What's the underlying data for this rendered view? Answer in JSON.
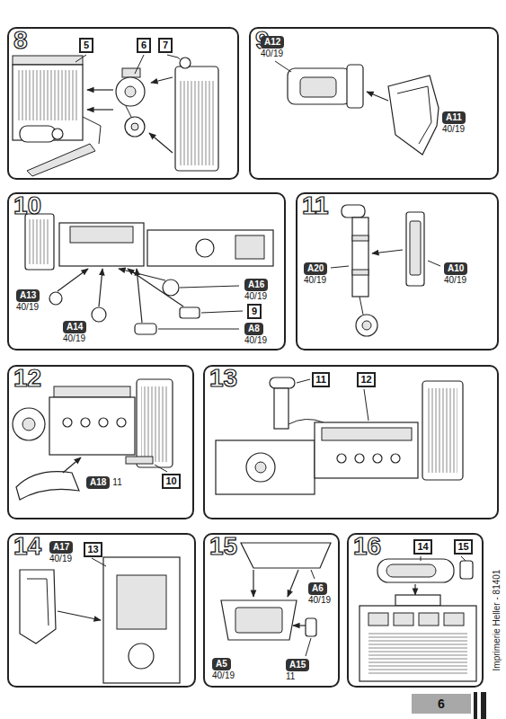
{
  "diagram": {
    "nodes": [
      {
        "text": [
          "8"
        ]
      },
      {
        "text": [
          "5"
        ],
        "in": 0
      },
      {
        "text": [
          "6"
        ],
        "in": 0
      },
      {
        "text": [
          "7"
        ],
        "in": 0
      },
      {
        "text": [
          "9"
        ]
      },
      {
        "text": [
          "A12",
          "40/19"
        ],
        "in": 4
      },
      {
        "text": [
          "A11",
          "40/19"
        ],
        "in": 4
      },
      {
        "text": [
          "10"
        ]
      },
      {
        "text": [
          "A13",
          "40/19"
        ],
        "in": 7
      },
      {
        "text": [
          "A14",
          "40/19"
        ],
        "in": 7
      },
      {
        "text": [
          "A16",
          "40/19"
        ],
        "in": 7
      },
      {
        "text": [
          "9"
        ],
        "in": 7
      },
      {
        "text": [
          "A8",
          "40/19"
        ],
        "in": 7
      },
      {
        "text": [
          "11"
        ]
      },
      {
        "text": [
          "A20",
          "40/19"
        ],
        "in": 13
      },
      {
        "text": [
          "A10",
          "40/19"
        ],
        "in": 13
      },
      {
        "text": [
          "12"
        ]
      },
      {
        "text": [
          "A18",
          "11"
        ],
        "in": 16
      },
      {
        "text": [
          "10"
        ],
        "in": 16
      },
      {
        "text": [
          "13"
        ]
      },
      {
        "text": [
          "11"
        ],
        "in": 19
      },
      {
        "text": [
          "12"
        ],
        "in": 19
      },
      {
        "text": [
          "14"
        ]
      },
      {
        "text": [
          "A17",
          "40/19"
        ],
        "in": 22
      },
      {
        "text": [
          "13"
        ],
        "in": 22
      },
      {
        "text": [
          "15"
        ]
      },
      {
        "text": [
          "A6",
          "40/19"
        ],
        "in": 25
      },
      {
        "text": [
          "A5",
          "40/19"
        ],
        "in": 25
      },
      {
        "text": [
          "A15",
          "11"
        ],
        "in": 25
      },
      {
        "text": [
          "16"
        ]
      },
      {
        "text": [
          "14"
        ],
        "in": 29
      },
      {
        "text": [
          "15"
        ],
        "in": 29
      }
    ],
    "labels": [
      "Imprimerie Heller - 81401",
      "6"
    ]
  }
}
